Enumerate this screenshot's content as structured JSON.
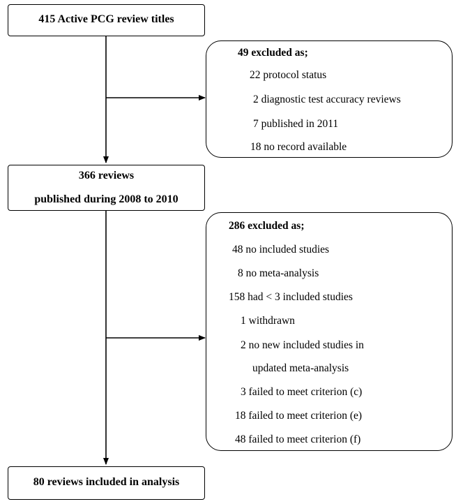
{
  "box1": {
    "title": "415 Active PCG review titles"
  },
  "exclusion1": {
    "title": "49 excluded as;",
    "items": [
      "22 protocol status",
      "2 diagnostic test accuracy reviews",
      "7 published in 2011",
      "18 no record available"
    ]
  },
  "box2": {
    "line1": "366 reviews",
    "line2": "published during 2008 to 2010"
  },
  "exclusion2": {
    "title": "286 excluded as;",
    "items": [
      "48 no included studies",
      "8 no meta-analysis",
      "158 had < 3 included studies",
      "1 withdrawn",
      "2 no new included studies in",
      "updated meta-analysis",
      "3 failed to meet criterion (c)",
      "18 failed to meet criterion (e)",
      "48 failed to meet criterion (f)"
    ]
  },
  "box3": {
    "title": "80 reviews included in analysis"
  }
}
